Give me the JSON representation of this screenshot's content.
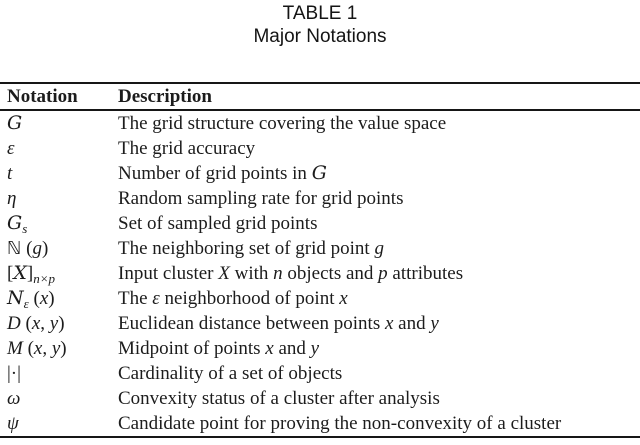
{
  "caption": {
    "label": "TABLE 1",
    "title": "Major Notations"
  },
  "table": {
    "headers": {
      "notation": "Notation",
      "description": "Description"
    },
    "rows": [
      {
        "notation": [
          {
            "t": "G",
            "s": "scr"
          }
        ],
        "desc": [
          {
            "t": "The grid structure covering the value space"
          }
        ]
      },
      {
        "notation": [
          {
            "t": "ε",
            "s": "it"
          }
        ],
        "desc": [
          {
            "t": "The grid accuracy"
          }
        ]
      },
      {
        "notation": [
          {
            "t": "t",
            "s": "it"
          }
        ],
        "desc": [
          {
            "t": "Number of grid points in "
          },
          {
            "t": "G",
            "s": "scr"
          }
        ]
      },
      {
        "notation": [
          {
            "t": "η",
            "s": "it"
          }
        ],
        "desc": [
          {
            "t": "Random sampling rate for grid points"
          }
        ]
      },
      {
        "notation": [
          {
            "t": "G",
            "s": "scr"
          },
          {
            "t": "s",
            "s": "subit"
          }
        ],
        "desc": [
          {
            "t": "Set of sampled grid points"
          }
        ]
      },
      {
        "notation": [
          {
            "t": "ℕ",
            "s": "bb"
          },
          {
            "t": " ("
          },
          {
            "t": "g",
            "s": "it"
          },
          {
            "t": ")"
          }
        ],
        "desc": [
          {
            "t": "The neighboring set of grid point "
          },
          {
            "t": "g",
            "s": "it"
          }
        ]
      },
      {
        "notation": [
          {
            "t": "["
          },
          {
            "t": "X",
            "s": "scr"
          },
          {
            "t": "]"
          },
          {
            "t": "n×p",
            "s": "subit"
          }
        ],
        "desc": [
          {
            "t": "Input cluster "
          },
          {
            "t": "X",
            "s": "it"
          },
          {
            "t": " with "
          },
          {
            "t": "n",
            "s": "it"
          },
          {
            "t": " objects and "
          },
          {
            "t": "p",
            "s": "it"
          },
          {
            "t": " attributes"
          }
        ]
      },
      {
        "notation": [
          {
            "t": "N",
            "s": "scr"
          },
          {
            "t": "ε",
            "s": "subit"
          },
          {
            "t": " ("
          },
          {
            "t": "x",
            "s": "it"
          },
          {
            "t": ")"
          }
        ],
        "desc": [
          {
            "t": "The "
          },
          {
            "t": "ε",
            "s": "it"
          },
          {
            "t": " neighborhood of point "
          },
          {
            "t": "x",
            "s": "it"
          }
        ]
      },
      {
        "notation": [
          {
            "t": "D",
            "s": "it"
          },
          {
            "t": " ("
          },
          {
            "t": "x",
            "s": "it"
          },
          {
            "t": ", "
          },
          {
            "t": "y",
            "s": "it"
          },
          {
            "t": ")"
          }
        ],
        "desc": [
          {
            "t": "Euclidean distance between points "
          },
          {
            "t": "x",
            "s": "it"
          },
          {
            "t": " and "
          },
          {
            "t": "y",
            "s": "it"
          }
        ]
      },
      {
        "notation": [
          {
            "t": "M",
            "s": "it"
          },
          {
            "t": " ("
          },
          {
            "t": "x",
            "s": "it"
          },
          {
            "t": ", "
          },
          {
            "t": "y",
            "s": "it"
          },
          {
            "t": ")"
          }
        ],
        "desc": [
          {
            "t": "Midpoint of points "
          },
          {
            "t": "x",
            "s": "it"
          },
          {
            "t": " and "
          },
          {
            "t": "y",
            "s": "it"
          }
        ]
      },
      {
        "notation": [
          {
            "t": "|·|"
          }
        ],
        "desc": [
          {
            "t": "Cardinality of a set of objects"
          }
        ]
      },
      {
        "notation": [
          {
            "t": "ω",
            "s": "it"
          }
        ],
        "desc": [
          {
            "t": "Convexity status of a cluster after analysis"
          }
        ]
      },
      {
        "notation": [
          {
            "t": "ψ",
            "s": "it"
          }
        ],
        "desc": [
          {
            "t": "Candidate point for proving the non-convexity of a cluster"
          }
        ]
      }
    ]
  },
  "colors": {
    "background": "#ffffff",
    "text": "#1c1c1c",
    "rule": "#161616"
  }
}
